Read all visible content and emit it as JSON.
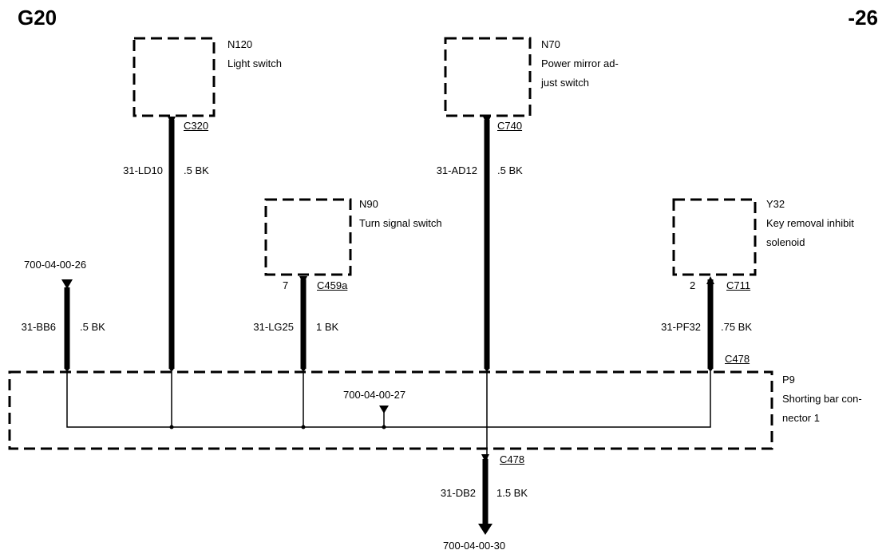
{
  "header": {
    "page_id": "G20",
    "page_suffix": "-26"
  },
  "components": [
    {
      "id": "N120",
      "name": "Light switch"
    },
    {
      "id": "N70",
      "name_line1": "Power mirror ad-",
      "name_line2": "just switch"
    },
    {
      "id": "N90",
      "name": "Turn signal switch"
    },
    {
      "id": "Y32",
      "name_line1": "Key removal inhibit",
      "name_line2": "solenoid"
    },
    {
      "id": "P9",
      "name_line1": "Shorting bar con-",
      "name_line2": "nector 1"
    }
  ],
  "connectors": {
    "c320": "C320",
    "c740": "C740",
    "c459a": "C459a",
    "c711": "C711",
    "c478_top": "C478",
    "c478_bottom": "C478"
  },
  "pins": {
    "n90_pin": "7",
    "y32_pin": "2"
  },
  "wires": [
    {
      "code": "31-BB6",
      "spec": ".5 BK"
    },
    {
      "code": "31-LD10",
      "spec": ".5 BK"
    },
    {
      "code": "31-LG25",
      "spec": "1 BK"
    },
    {
      "code": "31-AD12",
      "spec": ".5 BK"
    },
    {
      "code": "31-PF32",
      "spec": ".75 BK"
    },
    {
      "code": "31-DB2",
      "spec": "1.5 BK"
    }
  ],
  "references": {
    "ground_top": "700-04-00-26",
    "splice": "700-04-00-27",
    "ground_bottom": "700-04-00-30"
  }
}
